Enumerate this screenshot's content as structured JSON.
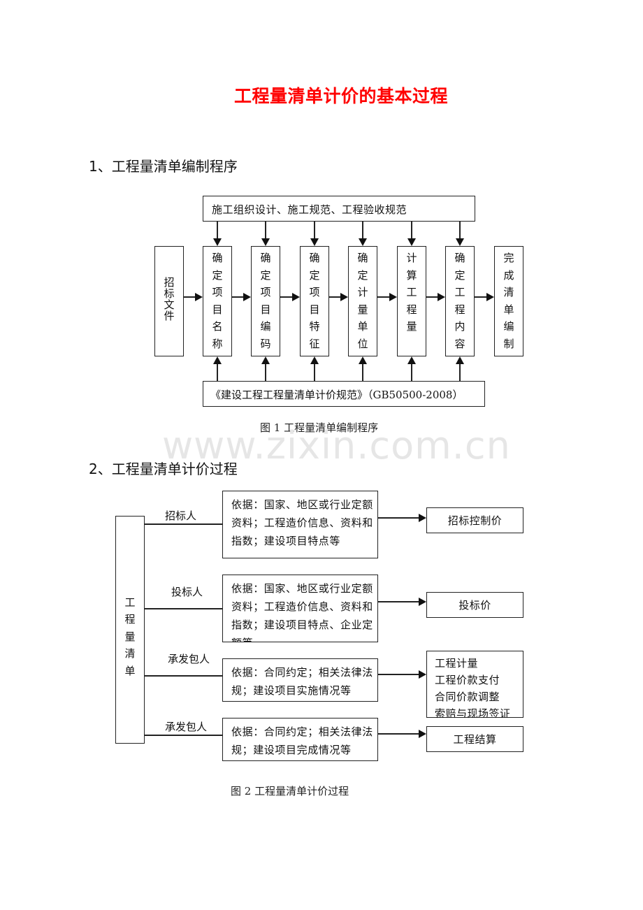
{
  "document": {
    "title": "工程量清单计价的基本过程",
    "title_color": "#ff0000",
    "watermark": "www.zixin.com.cn"
  },
  "section1": {
    "heading": "1、工程量清单编制程序",
    "top_box": "施工组织设计、施工规范、工程验收规范",
    "bottom_box": "《建设工程工程量清单计价规范》（GB50500-2008）",
    "start_box": [
      "招",
      "标",
      "文",
      "件"
    ],
    "steps": [
      {
        "chars": [
          "确",
          "定",
          "项",
          "目",
          "名",
          "称"
        ]
      },
      {
        "chars": [
          "确",
          "定",
          "项",
          "目",
          "编",
          "码"
        ]
      },
      {
        "chars": [
          "确",
          "定",
          "项",
          "目",
          "特",
          "征"
        ]
      },
      {
        "chars": [
          "确",
          "定",
          "计",
          "量",
          "单",
          "位"
        ]
      },
      {
        "chars": [
          "计",
          "算",
          "工",
          "程",
          "量"
        ]
      },
      {
        "chars": [
          "确",
          "定",
          "工",
          "程",
          "内",
          "容"
        ]
      }
    ],
    "end_box": [
      "完",
      "成",
      "清",
      "单",
      "编",
      "制"
    ],
    "caption": "图 1   工程量清单编制程序"
  },
  "section2": {
    "heading": "2、工程量清单计价过程",
    "source_box": [
      "工",
      "程",
      "量",
      "清",
      "单"
    ],
    "rows": [
      {
        "role": "招标人",
        "basis": "依据：国家、地区或行业定额资料；工程造价信息、资料和指数；建设项目特点等",
        "result": [
          "招标控制价"
        ]
      },
      {
        "role": "投标人",
        "basis": "依据：国家、地区或行业定额资料；工程造价信息、资料和指数；建设项目特点、企业定额等",
        "result": [
          "投标价"
        ]
      },
      {
        "role": "承发包人",
        "basis": "依据：合同约定；相关法律法规；建设项目实施情况等",
        "result": [
          "工程计量",
          "工程价款支付",
          "合同价款调整",
          "索赔与现场签证"
        ]
      },
      {
        "role": "承发包人",
        "basis": "依据：合同约定；相关法律法规；建设项目完成情况等",
        "result": [
          "工程结算"
        ]
      }
    ],
    "caption": "图 2    工程量清单计价过程"
  }
}
